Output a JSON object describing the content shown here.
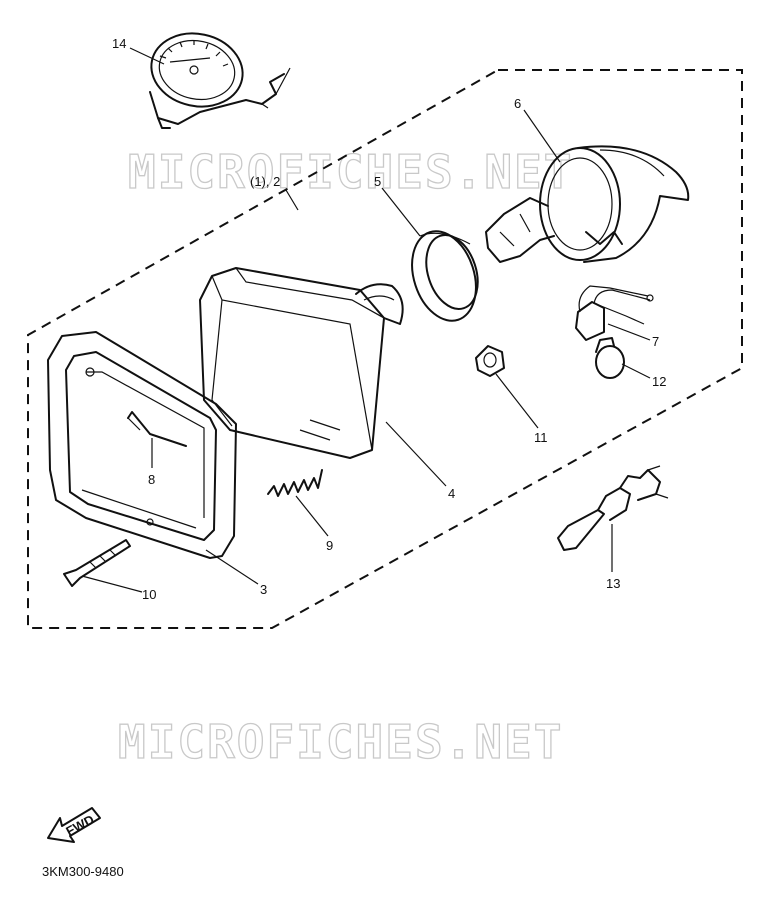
{
  "watermark": {
    "top": "MICROFICHES.NET",
    "bottom": "MICROFICHES.NET"
  },
  "callouts": {
    "c14": "14",
    "c12_assy": "(1), 2",
    "c5": "5",
    "c6": "6",
    "c7": "7",
    "c12": "12",
    "c11": "11",
    "c8": "8",
    "c4": "4",
    "c9": "9",
    "c3": "3",
    "c10": "10",
    "c13": "13"
  },
  "arrow": {
    "text": "FWD"
  },
  "part_code": "3KM300-9480"
}
